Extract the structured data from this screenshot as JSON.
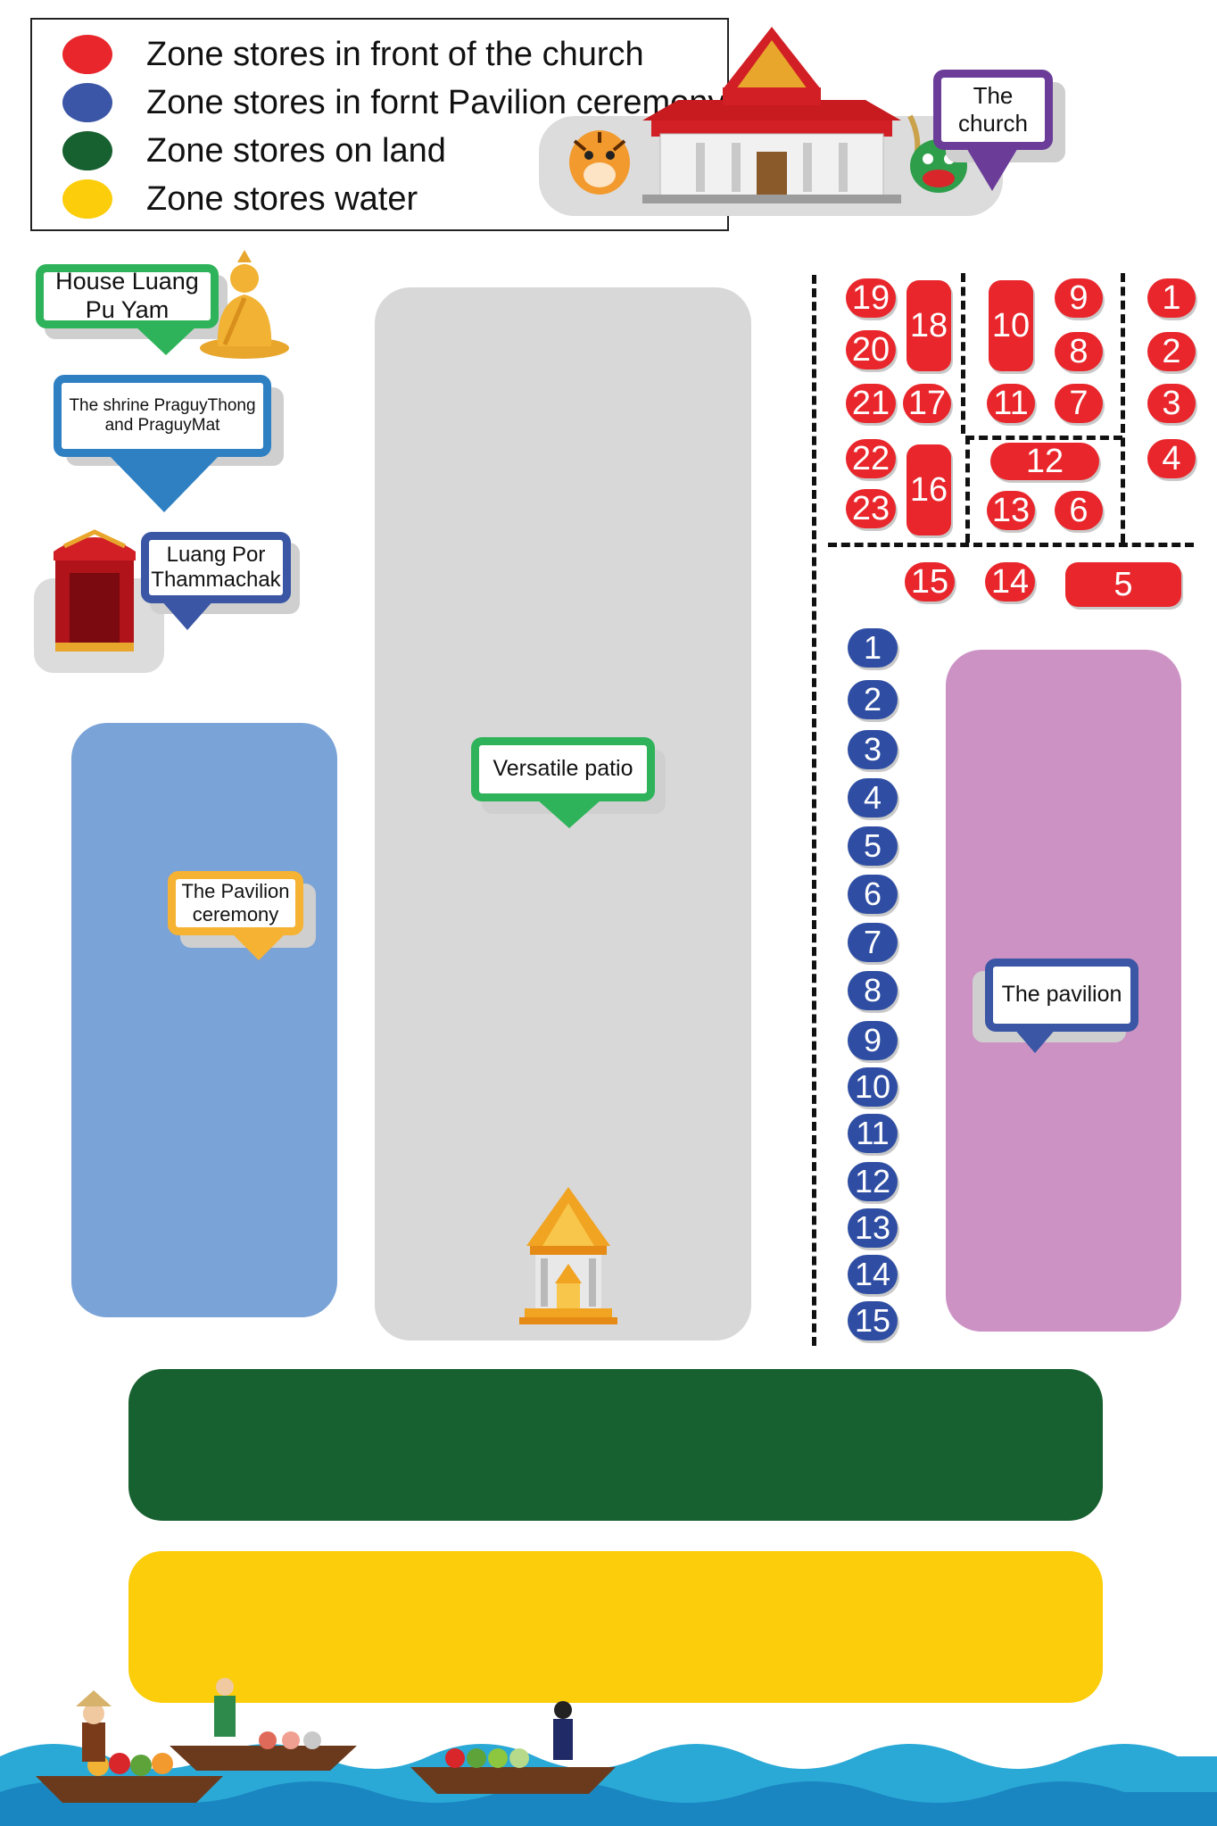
{
  "legend": {
    "items": [
      {
        "label": "Zone stores in front of the church",
        "color": "#e8262b"
      },
      {
        "label": "Zone stores in fornt Pavilion ceremony",
        "color": "#3b56a6"
      },
      {
        "label": "Zone stores on land",
        "color": "#17602f"
      },
      {
        "label": "Zone stores water",
        "color": "#fbcd0a"
      }
    ]
  },
  "labels": {
    "church": "The church",
    "house_luang": "House Luang Pu Yam",
    "shrine": "The shrine PraguyThong and PraguyMat",
    "luang_por": "Luang Por Thammachak",
    "versatile_patio": "Versatile patio",
    "pavilion_ceremony": "The Pavilion ceremony",
    "pavilion": "The pavilion"
  },
  "red_stalls": [
    "19",
    "20",
    "21",
    "22",
    "23",
    "18",
    "17",
    "16",
    "10",
    "11",
    "9",
    "8",
    "7",
    "12",
    "13",
    "6",
    "1",
    "2",
    "3",
    "4",
    "15",
    "14",
    "5"
  ],
  "blue_stalls": [
    "1",
    "2",
    "3",
    "4",
    "5",
    "6",
    "7",
    "8",
    "9",
    "10",
    "11",
    "12",
    "13",
    "14",
    "15"
  ],
  "colors": {
    "red": "#e8262b",
    "blue": "#2f4ea3",
    "green": "#17602f",
    "yellow": "#fbcd0a",
    "pavilion_zone": "#cc92c4",
    "ceremony_zone": "#7aa3d7",
    "patio_zone": "#d8d8d8",
    "water": "#2aa9d6"
  },
  "icons": [
    "church-icon",
    "tiger-icon",
    "dragon-icon",
    "buddha-statue-icon",
    "shrine-gate-icon",
    "small-temple-icon",
    "boat-icon"
  ]
}
